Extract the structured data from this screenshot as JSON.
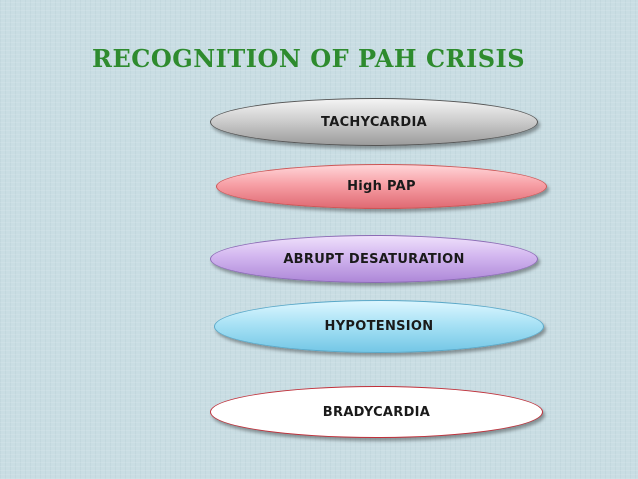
{
  "title": "RECOGNITION OF PAH CRISIS",
  "items": [
    {
      "label": "TACHYCARDIA"
    },
    {
      "label": "High PAP"
    },
    {
      "label": "ABRUPT DESATURATION"
    },
    {
      "label": "HYPOTENSION"
    },
    {
      "label": "BRADYCARDIA"
    }
  ],
  "colors": {
    "title": "#2e8b2e",
    "background": "#c9dde3",
    "item_1": "#b8b8b8",
    "item_2": "#f7a0a6",
    "item_3": "#d2b6ef",
    "item_4": "#a9e2f5",
    "item_5": "#ffffff"
  }
}
